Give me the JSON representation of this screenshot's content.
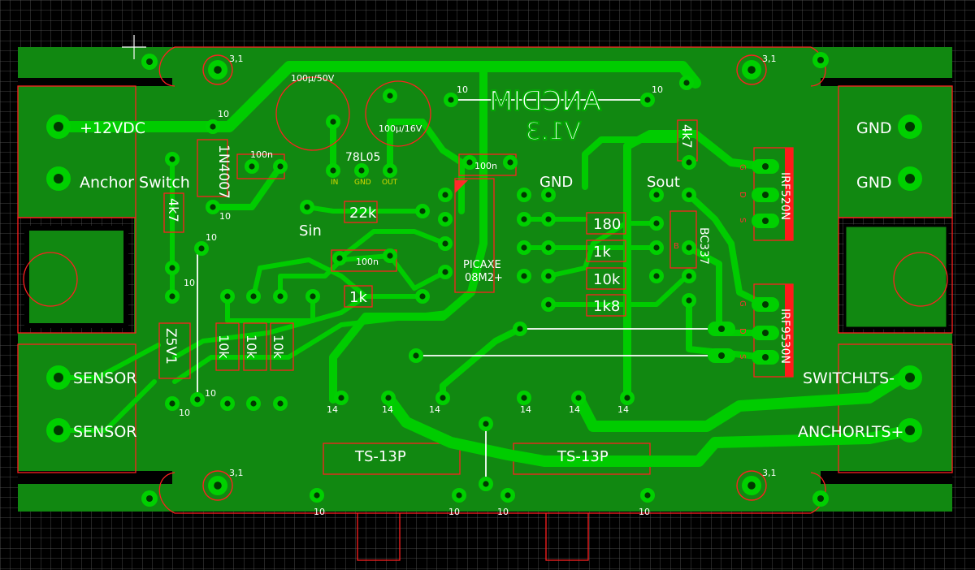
{
  "pcb": {
    "connectors": {
      "pwr": "+12VDC",
      "anchor_switch": "Anchor Switch",
      "sensor_1": "SENSOR",
      "sensor_2": "SENSOR",
      "gnd_1": "GND",
      "gnd_2": "GND",
      "switchlts": "SWITCHLTS-",
      "anchorlts": "ANCHORLTS+"
    },
    "silkscreen": {
      "gnd_header": "GND",
      "sout": "Sout",
      "sin": "Sin",
      "board_name": "ANCDIM",
      "board_version": "V1.3",
      "ts13p_left": "TS-13P",
      "ts13p_right": "TS-13P"
    },
    "components": {
      "diode": "1N4007",
      "r_4k7_left": "4k7",
      "r_4k7_right": "4k7",
      "zener": "Z5V1",
      "r_22k": "22k",
      "r_1k": "1k",
      "r_10k_a": "10k",
      "r_10k_b": "10k",
      "r_10k_c": "10k",
      "cap_100n_a": "100n",
      "cap_100n_b": "100n",
      "cap_100n_c": "100n",
      "cap_100u50v": "100µ/50V",
      "cap_100u16v": "100µ/16V",
      "regulator": "78L05",
      "reg_in": "IN",
      "reg_gnd": "GND",
      "reg_out": "OUT",
      "mcu_line1": "PICAXE",
      "mcu_line2": "08M2+",
      "r_180": "180",
      "r_1k_right": "1k",
      "r_10k_right": "10k",
      "r_1k8": "1k8",
      "transistor": "BC337",
      "mosfet_n": "IRF520N",
      "mosfet_p": "IRF9530N",
      "pin_g": "G",
      "pin_d": "D",
      "pin_s": "S",
      "pin_b": "B"
    },
    "pad_labels": {
      "d10": "10",
      "d14": "14",
      "d31": "3,1"
    }
  }
}
